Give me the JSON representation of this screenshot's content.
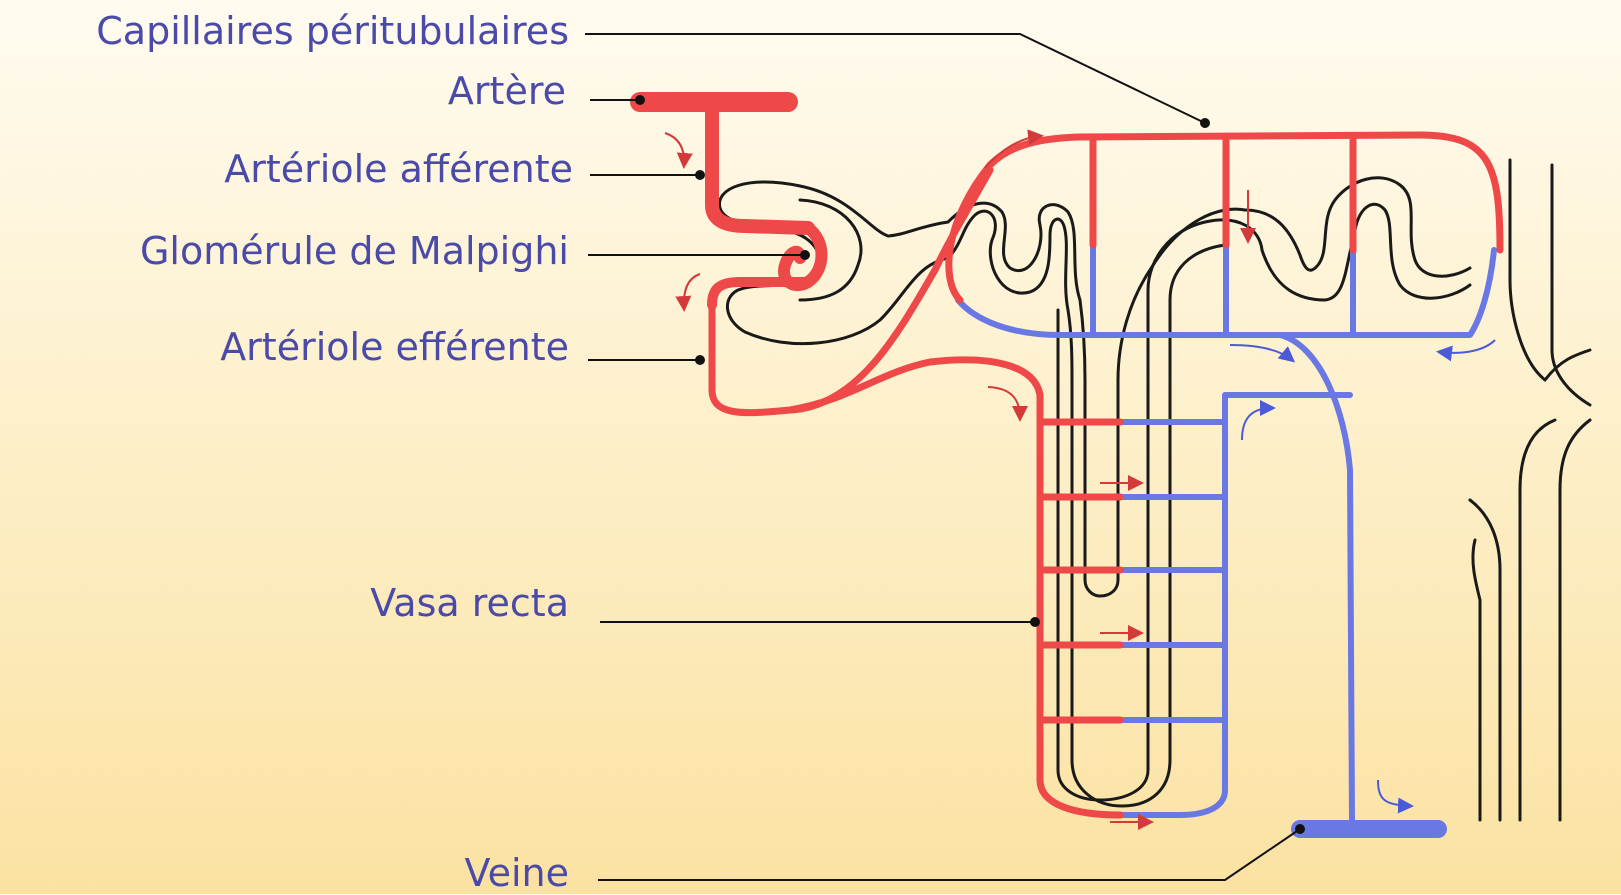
{
  "labels": {
    "capillaires": "Capillaires péritubulaires",
    "artere": "Artère",
    "arteriole_afferente": "Artériole afférente",
    "glomerule": "Glomérule de Malpighi",
    "arteriole_efferente": "Artériole efférente",
    "vasa_recta": "Vasa recta",
    "veine": "Veine"
  },
  "colors": {
    "arterial": "#ef4848",
    "venous": "#6a78e4",
    "tubule": "#1a1a1a",
    "leader": "#111111",
    "label_text": "#4a4aa8",
    "arrow_red": "#d43a3a",
    "arrow_blue": "#4a5ad8"
  }
}
